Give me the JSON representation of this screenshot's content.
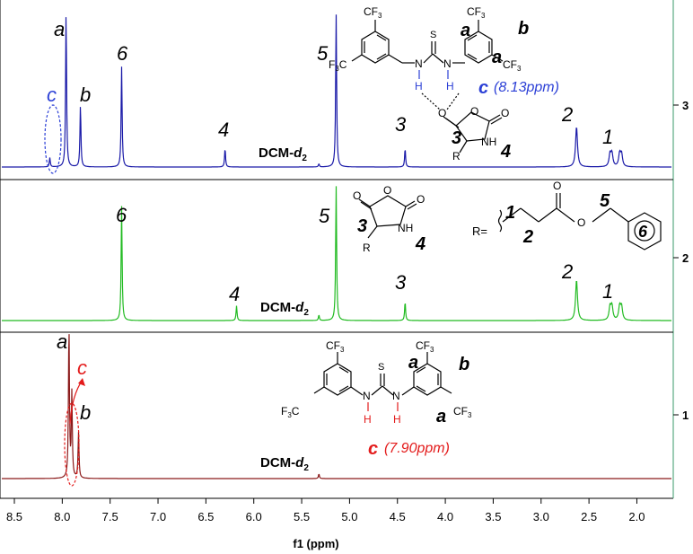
{
  "chart_data": {
    "type": "line",
    "xlabel": "f1 (ppm)",
    "xlim": [
      8.65,
      1.62
    ],
    "x_reversed": true,
    "xticks": [
      "8.5",
      "8.0",
      "7.5",
      "7.0",
      "6.5",
      "6.0",
      "5.5",
      "5.0",
      "4.5",
      "4.0",
      "3.5",
      "3.0",
      "2.5",
      "2.0"
    ],
    "y_track_labels": [
      "1",
      "2",
      "3"
    ],
    "grid": false,
    "colors": {
      "top": "#1a1aa8",
      "middle": "#22bb22",
      "bottom": "#8b1a1a",
      "blue_label": "#2b3fd6",
      "red_label": "#e31b1b"
    },
    "series": [
      {
        "peaks": [
          {
            "ppm": 8.13,
            "height": 0.06,
            "label": "c"
          },
          {
            "ppm": 7.96,
            "height": 1.0,
            "label": "a"
          },
          {
            "ppm": 7.81,
            "height": 0.4,
            "label": "b"
          },
          {
            "ppm": 7.38,
            "height": 0.65,
            "label": "6"
          },
          {
            "ppm": 6.3,
            "height": 0.12,
            "label": "4"
          },
          {
            "ppm": 5.32,
            "height": 0.02,
            "label": "DCM-d2"
          },
          {
            "ppm": 5.14,
            "height": 0.99,
            "label": "5"
          },
          {
            "ppm": 4.42,
            "height": 0.12,
            "label": "3"
          },
          {
            "ppm": 2.63,
            "height": 0.26,
            "label": "2"
          },
          {
            "ppm": 2.22,
            "height": 0.09,
            "label": "1"
          }
        ]
      },
      {
        "peaks": [
          {
            "ppm": 7.38,
            "height": 0.85,
            "label": "6"
          },
          {
            "ppm": 6.18,
            "height": 0.11,
            "label": "4"
          },
          {
            "ppm": 5.32,
            "height": 0.04,
            "label": "DCM-d2"
          },
          {
            "ppm": 5.14,
            "height": 1.0,
            "label": "5"
          },
          {
            "ppm": 4.42,
            "height": 0.14,
            "label": "3"
          },
          {
            "ppm": 2.63,
            "height": 0.3,
            "label": "2"
          },
          {
            "ppm": 2.22,
            "height": 0.11,
            "label": "1"
          }
        ]
      },
      {
        "peaks": [
          {
            "ppm": 7.93,
            "height": 1.0,
            "label": "a"
          },
          {
            "ppm": 7.9,
            "height": 0.55,
            "label": "c"
          },
          {
            "ppm": 7.83,
            "height": 0.3,
            "label": "b"
          },
          {
            "ppm": 5.32,
            "height": 0.03,
            "label": "DCM-d2"
          }
        ]
      }
    ],
    "annotations": {
      "top": {
        "c_shift": "(8.13ppm)"
      },
      "bottom": {
        "c_shift": "(7.90ppm)"
      }
    }
  },
  "peak_labels": {
    "a": "a",
    "b": "b",
    "c": "c",
    "n1": "1",
    "n2": "2",
    "n3": "3",
    "n4": "4",
    "n5": "5",
    "n6": "6",
    "dcm": "DCM-",
    "dcm_sub": "d",
    "dcm_idx": "2"
  },
  "structure_labels": {
    "cf3": "CF",
    "cf3_sub": "3",
    "f3c": "F",
    "f3c_sub": "3",
    "f3c_tail": "C",
    "s": "S",
    "n": "N",
    "h": "H",
    "nh": "NH",
    "o": "O",
    "r": "R",
    "r_eq": "R="
  }
}
